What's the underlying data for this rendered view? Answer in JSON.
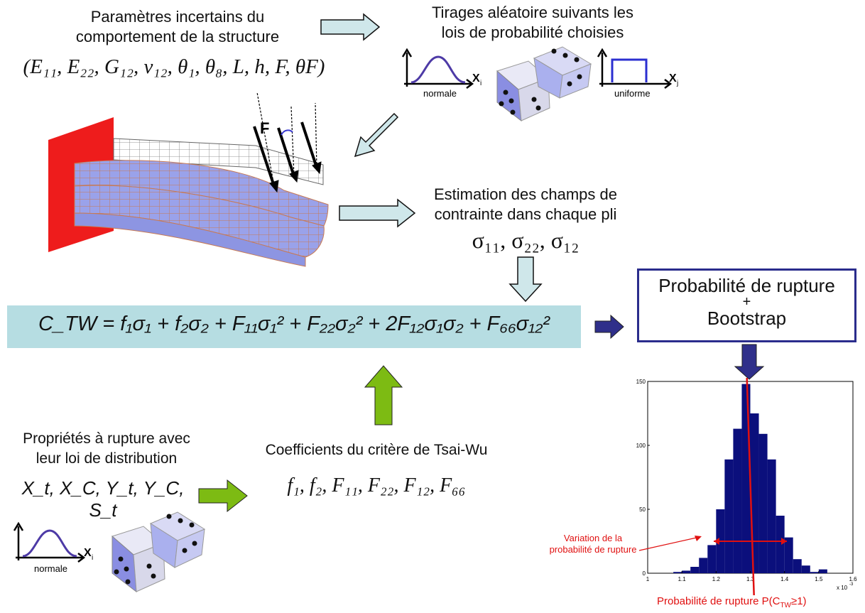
{
  "top_left": {
    "line1": "Paramètres incertains du",
    "line2": "comportement de la structure",
    "params": "(E₁₁, E₂₂, G₁₂, ν₁₂, θ₁, θ₈, L, h, F, θF)"
  },
  "top_right": {
    "line1": "Tirages aléatoire suivants les",
    "line2": "lois de probabilité choisies",
    "normal_label": "normale",
    "uniform_label": "uniforme",
    "xi_label": "X",
    "xi_sub": "i",
    "xj_label": "X",
    "xj_sub": "j"
  },
  "beam": {
    "force_label": "F"
  },
  "stress": {
    "line1": "Estimation des champs de",
    "line2": "contrainte dans chaque pli",
    "formula": "σ₁₁, σ₂₂, σ₁₂"
  },
  "criterion": {
    "formula": "C_TW = f₁σ₁ + f₂σ₂ + F₁₁σ₁² + F₂₂σ₂² + 2F₁₂σ₁σ₂ + F₆₆σ₁₂²"
  },
  "result_box": {
    "line1": "Probabilité de rupture",
    "line2": "+",
    "line3": "Bootstrap"
  },
  "coefficients": {
    "title": "Coefficients du critère de Tsai-Wu",
    "formula": "f₁, f₂, F₁₁, F₂₂, F₁₂, F₆₆"
  },
  "rupture_props": {
    "line1": "Propriétés à rupture avec",
    "line2": "leur loi de distribution",
    "formula": "X_t, X_C, Y_t, Y_C, S_t",
    "normal_label": "normale",
    "xi_label": "X",
    "xi_sub": "i"
  },
  "histogram": {
    "annotation_line1": "Variation de la",
    "annotation_line2": "probabilité de rupture",
    "bottom_label": "Probabilité de rupture P(C",
    "bottom_sub": "TW",
    "bottom_tail": "≥1)",
    "x_exponent": "x 10",
    "x_exponent_power": "-3",
    "bar_color": "#0b0f7c",
    "line_color": "#e01010"
  },
  "chart_data": {
    "type": "bar",
    "title": "",
    "xlabel": "",
    "ylabel": "",
    "x_ticks": [
      "1",
      "1.1",
      "1.2",
      "1.3",
      "1.4",
      "1.5",
      "1.6"
    ],
    "y_ticks": [
      "0",
      "50",
      "100",
      "150"
    ],
    "xlim": [
      1.0,
      1.6
    ],
    "ylim": [
      0,
      150
    ],
    "bin_width": 0.025,
    "bin_starts": [
      1.075,
      1.1,
      1.125,
      1.15,
      1.175,
      1.2,
      1.225,
      1.25,
      1.275,
      1.3,
      1.325,
      1.35,
      1.375,
      1.4,
      1.425,
      1.45,
      1.475,
      1.5
    ],
    "values": [
      1,
      2,
      5,
      12,
      22,
      50,
      89,
      113,
      148,
      125,
      109,
      89,
      45,
      28,
      11,
      6,
      1,
      3
    ],
    "vertical_line_x": 1.29
  }
}
